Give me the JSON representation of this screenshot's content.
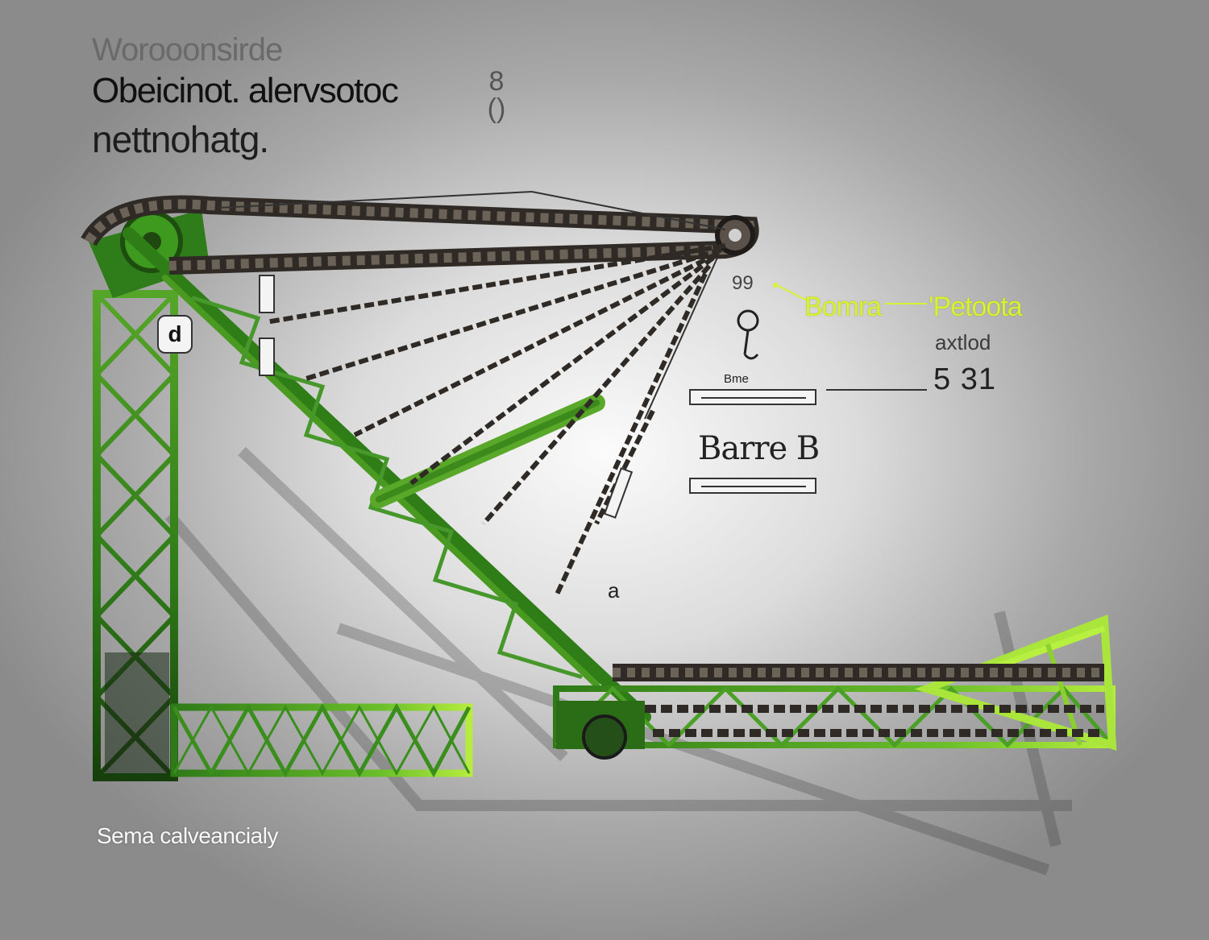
{
  "title": {
    "line1": "Worooonsirde",
    "line2": "Obeicinot. alervsotoc",
    "line3": "nettnohatg."
  },
  "corner_glyph": "8\n()",
  "side_tag": "d",
  "labels": {
    "top_mark": "99",
    "bomra": "Bomra",
    "petoota": "'Petoota",
    "axtlod": "axtlod",
    "number": "5 31",
    "bme": "Bme",
    "barreb": "Barre B",
    "hook_mark": "a",
    "footer": "Sema calveancialy"
  },
  "colors": {
    "truss_dark": "#1f5a12",
    "truss_mid": "#3c8a1e",
    "truss_light": "#a4e23a",
    "chain": "#3a3530",
    "label_accent": "#d8f232"
  },
  "icons": {
    "hook": "hook-icon",
    "tag": "tag-icon"
  }
}
